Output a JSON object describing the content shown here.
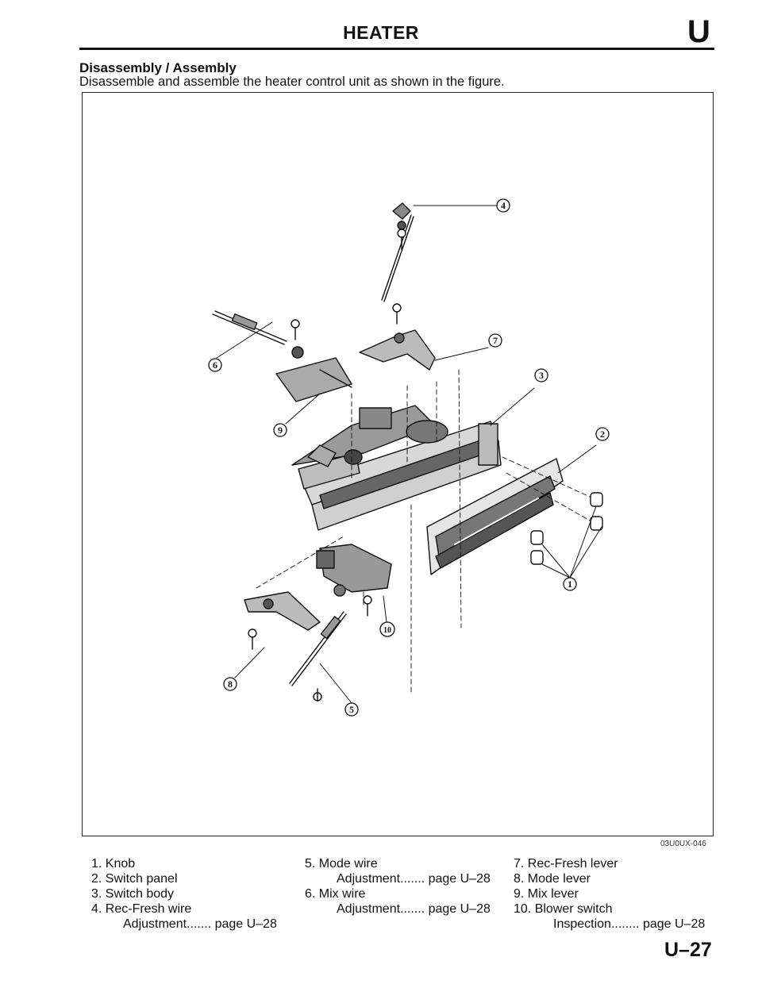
{
  "header": {
    "title": "HEATER",
    "section_letter": "U"
  },
  "section": {
    "title": "Disassembly / Assembly",
    "description": "Disassemble and assemble the heater control unit as shown in the figure."
  },
  "figure": {
    "code": "03U0UX-046",
    "callouts": [
      "1",
      "2",
      "3",
      "4",
      "5",
      "6",
      "7",
      "8",
      "9",
      "10"
    ]
  },
  "legend": {
    "col1": {
      "i1": "1. Knob",
      "i2": "2. Switch panel",
      "i3": "3. Switch body",
      "i4": "4. Rec-Fresh wire",
      "i4_sub": "Adjustment....... page U–28"
    },
    "col2": {
      "i5": "5. Mode wire",
      "i5_sub": "Adjustment....... page U–28",
      "i6": "6. Mix wire",
      "i6_sub": "Adjustment....... page U–28"
    },
    "col3": {
      "i7": "7. Rec-Fresh lever",
      "i8": "8. Mode lever",
      "i9": "9. Mix lever",
      "i10": "10. Blower switch",
      "i10_sub": "Inspection........ page U–28"
    }
  },
  "footer": {
    "page_number": "U–27"
  }
}
